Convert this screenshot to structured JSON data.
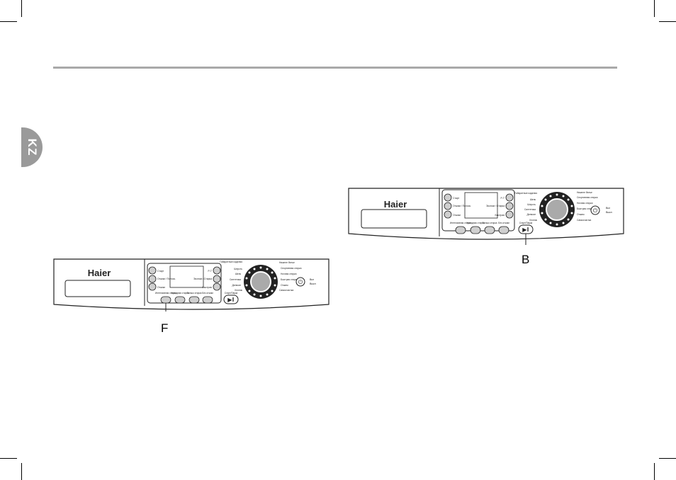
{
  "language_tab": "KZ",
  "brand": "Haier",
  "panel_left": {
    "side_buttons_left": [
      "Старт",
      "Отжим / Полоск.",
      "Отжим"
    ],
    "side_buttons_right": [
      "Р-Т",
      "Эконом / Стирка",
      "Быстрая"
    ],
    "bottom_buttons": [
      "Интенсивная стирка",
      "Холодная стирка",
      "Только стирка",
      "Без отжим"
    ],
    "start_label": "Старт/Пауза",
    "program_labels_left": [
      "Габаритные изделия",
      "Шерсть",
      "Шелк",
      "Синтетика",
      "Деликат",
      "Хлопок"
    ],
    "program_labels_right": [
      "Нижнее белье",
      "Спортивная стирка",
      "Ночная стирка",
      "Быстрая стирка",
      "Отжим",
      "Самоочистка"
    ],
    "power_labels": [
      "Вкл",
      "Выкл"
    ],
    "callout": "F"
  },
  "panel_right": {
    "side_buttons_left": [
      "Старт",
      "Отжим / Полоск.",
      "Отжим"
    ],
    "side_buttons_right": [
      "Р-Т",
      "Эконом / Стирка",
      "Быстрая"
    ],
    "bottom_buttons": [
      "Интенсивная стирка",
      "Холодная стирка",
      "Только стирка",
      "Без отжим"
    ],
    "start_label": "Старт/Пауза",
    "program_labels_left": [
      "Габаритные изделия",
      "Шелк",
      "Шерсть",
      "Синтетика",
      "Деликат",
      "Хлопок"
    ],
    "program_labels_right": [
      "Нижнее белье",
      "Спортивная стирка",
      "Ночная стирка",
      "Быстрая стирка",
      "Отжим",
      "Самоочистка"
    ],
    "power_labels": [
      "Вкл",
      "Выкл"
    ],
    "callout": "B"
  },
  "colors": {
    "rule": "#a9a9a9",
    "tab": "#9a9a9a",
    "panel_line": "#222222",
    "button_fill": "#cfcfcf"
  }
}
